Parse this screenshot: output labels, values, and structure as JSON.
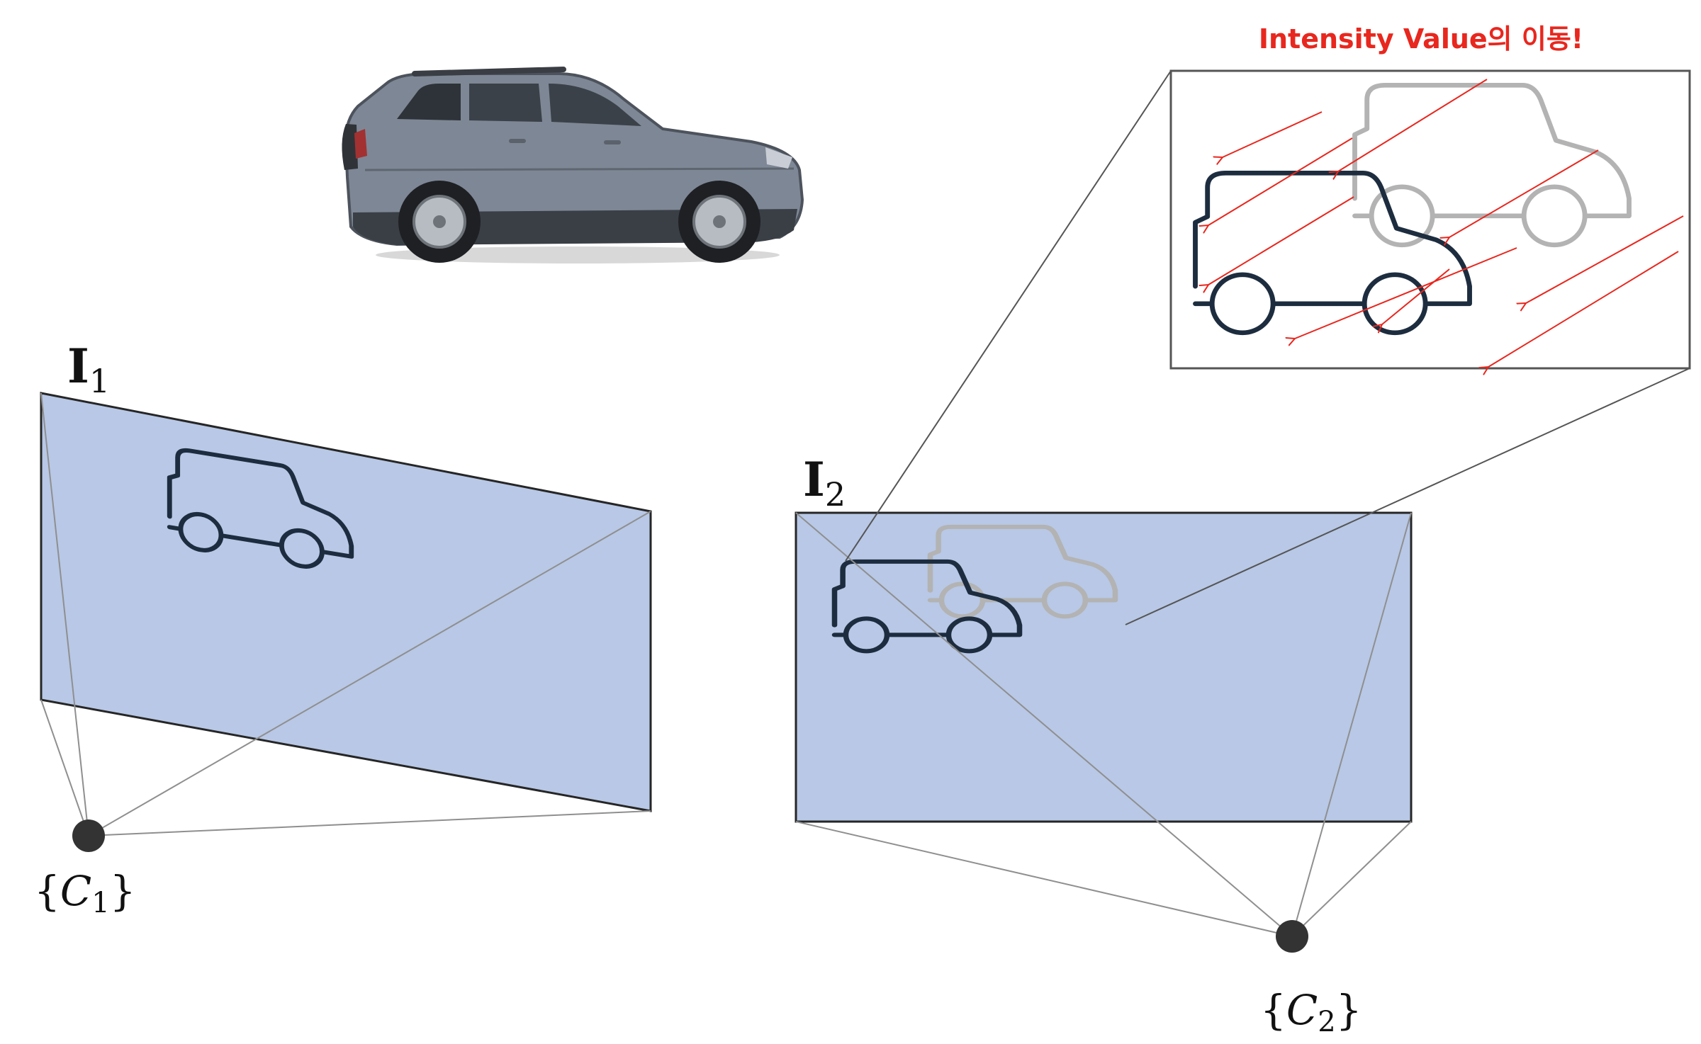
{
  "annotation": {
    "text": "Intensity Value의 이동!",
    "color": "#e8271e"
  },
  "image_planes": [
    {
      "label": "I",
      "subscript": "1",
      "fill": "#b8c8e6"
    },
    {
      "label": "I",
      "subscript": "2",
      "fill": "#b8c8e6"
    }
  ],
  "cameras": [
    {
      "label": "C",
      "subscript": "1"
    },
    {
      "label": "C",
      "subscript": "2"
    }
  ],
  "icons": {
    "photo": "suv-photo",
    "outline": "car-outline-icon"
  },
  "colors": {
    "car_outline": "#1d2d3f",
    "shifted_outline": "#b3b3b3",
    "projection_lines": "#8f8f8f",
    "camera_center": "#333333",
    "arrows": "#e8271e"
  }
}
